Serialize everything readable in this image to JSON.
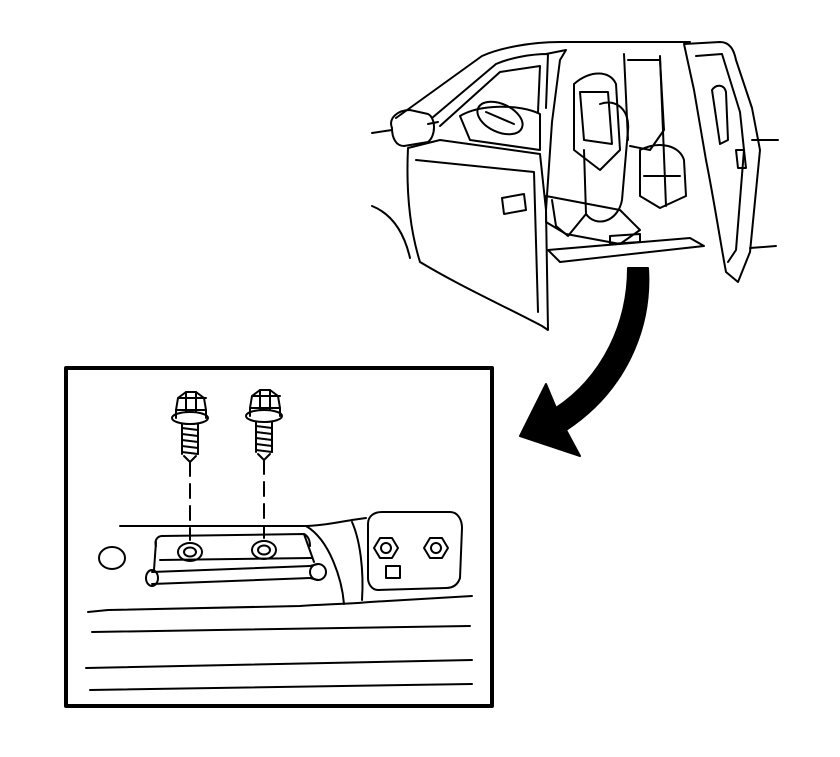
{
  "figure": {
    "stroke_color": "#000000",
    "background_color": "#ffffff",
    "components": {
      "vehicle": "extended-cab-pickup-with-open-doors",
      "callout_arrow": "curved-arrow-icon",
      "detail_view": "door-striker-bolt-detail",
      "fasteners": [
        "bolt-left",
        "bolt-right"
      ]
    }
  }
}
